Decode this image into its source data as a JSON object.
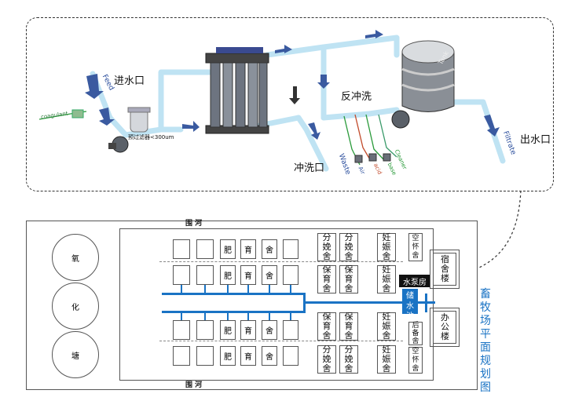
{
  "process": {
    "inlet": "进水口",
    "feed": "Feed",
    "prefilter": "预过滤器<300um",
    "backwash": "反冲洗",
    "flush_outlet": "冲洗口",
    "waste": "Waste",
    "outlet": "出水口",
    "filtrate": "Filtrate",
    "tank": "Tank",
    "coagulant": "coagulant",
    "air": "Air",
    "acid": "acid",
    "base": "base",
    "cleaner": "Cleaner"
  },
  "plan": {
    "title": "畜牧场平面规划图",
    "river_top": "围  河",
    "river_bottom": "围  河",
    "ponds": [
      "氧",
      "化",
      "塘"
    ],
    "fat": "肥",
    "breed": "育",
    "house": "舍",
    "fen": "分娩舍",
    "baoyu": "保育舍",
    "renzhen": "妊娠舍",
    "konghuai": "空怀舍",
    "houbei": "后备舍",
    "pump": "水泵房",
    "storage": "储水池",
    "dorm": "宿舍楼",
    "office": "办公楼"
  },
  "colors": {
    "pipe": "#1a73c4",
    "frame": "#555555",
    "dark": "#111111",
    "light_pipe": "#bfe3f3"
  }
}
